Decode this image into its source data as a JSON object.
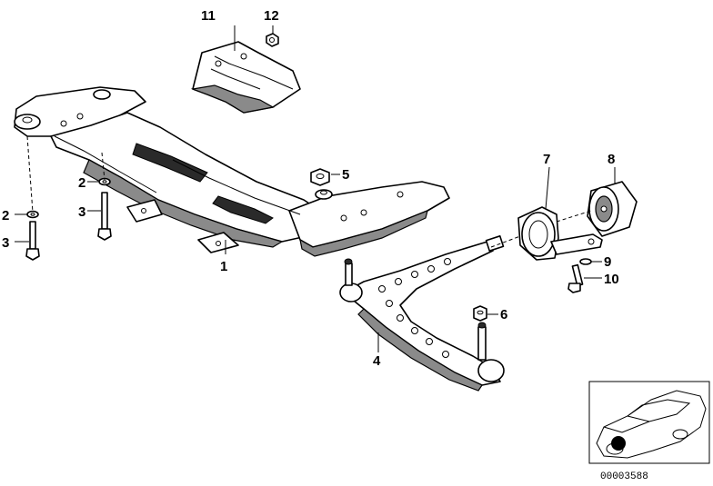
{
  "diagram": {
    "callouts": {
      "c1": "1",
      "c2a": "2",
      "c2b": "2",
      "c3a": "3",
      "c3b": "3",
      "c4": "4",
      "c5": "5",
      "c6": "6",
      "c7": "7",
      "c8": "8",
      "c9": "9",
      "c10": "10",
      "c11": "11",
      "c12": "12"
    },
    "inset": {
      "reference_number": "00003588"
    },
    "colors": {
      "ink": "#000000",
      "background": "#ffffff",
      "shade": "#8a8a8a"
    }
  }
}
